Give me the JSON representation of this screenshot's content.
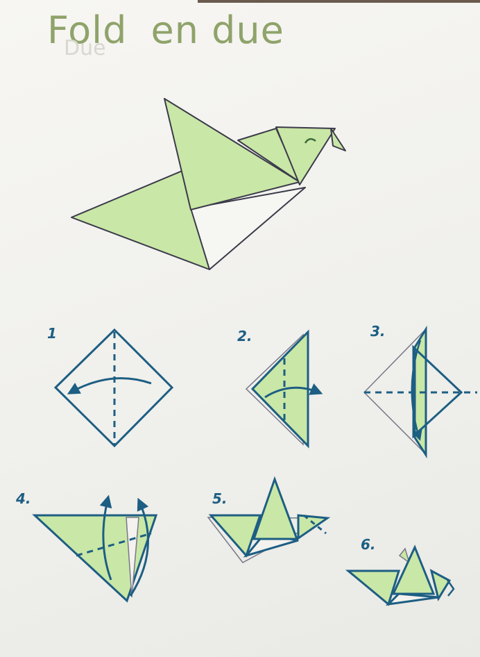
{
  "title": {
    "word1": "Fold",
    "word2": "en due",
    "ghost_text": "Due"
  },
  "steps": [
    {
      "label": "1"
    },
    {
      "label": "2."
    },
    {
      "label": "3."
    },
    {
      "label": "4."
    },
    {
      "label": "5."
    },
    {
      "label": "6."
    }
  ],
  "colors": {
    "paper": "#f3f2ee",
    "fill_green": "#c9e7a6",
    "outline_dark": "#3b3a4a",
    "step_blue": "#1d5e83",
    "title_green": "#8fa36a"
  }
}
